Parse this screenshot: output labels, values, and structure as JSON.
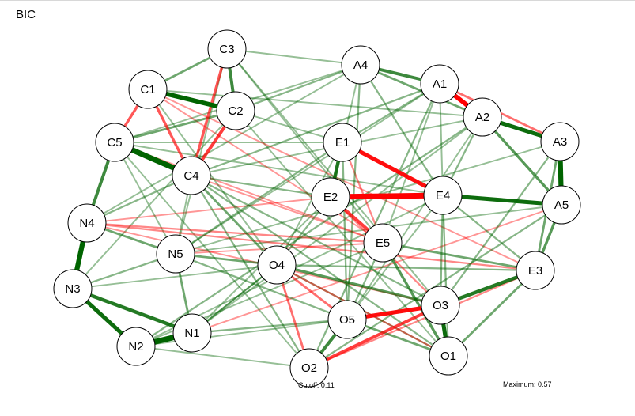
{
  "title": "BIC",
  "cutoff_text": "Cutoff: 0.11",
  "maximum_text": "Maximum: 0.57",
  "colors": {
    "positive": "#006400",
    "negative": "#ff0000",
    "node_fill": "#ffffff",
    "node_stroke": "#000000"
  },
  "nodes": [
    "C3",
    "A4",
    "A1",
    "C1",
    "C2",
    "A2",
    "C5",
    "E1",
    "A3",
    "C4",
    "E2",
    "E4",
    "A5",
    "N4",
    "N5",
    "E5",
    "O4",
    "E3",
    "N3",
    "O3",
    "O5",
    "N1",
    "N2",
    "O1",
    "O2"
  ],
  "edges": [
    {
      "from": "C1",
      "to": "C2",
      "w": 0.45
    },
    {
      "from": "C5",
      "to": "C4",
      "w": 0.55
    },
    {
      "from": "C1",
      "to": "C5",
      "w": -0.25
    },
    {
      "from": "C1",
      "to": "C4",
      "w": -0.25
    },
    {
      "from": "C3",
      "to": "C1",
      "w": 0.2
    },
    {
      "from": "C3",
      "to": "C2",
      "w": 0.3
    },
    {
      "from": "C3",
      "to": "C4",
      "w": -0.25
    },
    {
      "from": "C2",
      "to": "C4",
      "w": -0.3
    },
    {
      "from": "C2",
      "to": "C5",
      "w": 0.2
    },
    {
      "from": "C3",
      "to": "A4",
      "w": 0.12
    },
    {
      "from": "C2",
      "to": "A4",
      "w": 0.15
    },
    {
      "from": "A4",
      "to": "A1",
      "w": 0.3
    },
    {
      "from": "A4",
      "to": "A2",
      "w": 0.2
    },
    {
      "from": "A4",
      "to": "E4",
      "w": 0.15
    },
    {
      "from": "A4",
      "to": "E2",
      "w": 0.12
    },
    {
      "from": "A1",
      "to": "A2",
      "w": -0.45
    },
    {
      "from": "A1",
      "to": "A3",
      "w": -0.2
    },
    {
      "from": "A2",
      "to": "A3",
      "w": 0.4
    },
    {
      "from": "A2",
      "to": "A5",
      "w": 0.25
    },
    {
      "from": "A3",
      "to": "A5",
      "w": 0.5
    },
    {
      "from": "A5",
      "to": "E3",
      "w": 0.25
    },
    {
      "from": "A3",
      "to": "E3",
      "w": 0.2
    },
    {
      "from": "A2",
      "to": "E4",
      "w": 0.15
    },
    {
      "from": "A1",
      "to": "E4",
      "w": 0.12
    },
    {
      "from": "A1",
      "to": "E5",
      "w": 0.12
    },
    {
      "from": "A2",
      "to": "O5",
      "w": 0.12
    },
    {
      "from": "A3",
      "to": "O3",
      "w": 0.15
    },
    {
      "from": "E1",
      "to": "E2",
      "w": 0.35
    },
    {
      "from": "E1",
      "to": "E4",
      "w": -0.4
    },
    {
      "from": "E1",
      "to": "E5",
      "w": -0.15
    },
    {
      "from": "E2",
      "to": "E4",
      "w": -0.57
    },
    {
      "from": "E2",
      "to": "E5",
      "w": -0.3
    },
    {
      "from": "E4",
      "to": "A5",
      "w": 0.4
    },
    {
      "from": "E4",
      "to": "E3",
      "w": 0.15
    },
    {
      "from": "E2",
      "to": "O4",
      "w": 0.15
    },
    {
      "from": "E2",
      "to": "N4",
      "w": -0.12
    },
    {
      "from": "E2",
      "to": "C4",
      "w": 0.15
    },
    {
      "from": "E5",
      "to": "E3",
      "w": 0.2
    },
    {
      "from": "E5",
      "to": "O5",
      "w": 0.15
    },
    {
      "from": "E5",
      "to": "O1",
      "w": 0.25
    },
    {
      "from": "E5",
      "to": "C4",
      "w": -0.12
    },
    {
      "from": "E3",
      "to": "O3",
      "w": 0.35
    },
    {
      "from": "E3",
      "to": "O1",
      "w": 0.2
    },
    {
      "from": "E3",
      "to": "N4",
      "w": -0.15
    },
    {
      "from": "E3",
      "to": "O4",
      "w": 0.15
    },
    {
      "from": "C5",
      "to": "N4",
      "w": 0.3
    },
    {
      "from": "C4",
      "to": "N4",
      "w": 0.15
    },
    {
      "from": "C4",
      "to": "N5",
      "w": 0.12
    },
    {
      "from": "C4",
      "to": "O4",
      "w": 0.2
    },
    {
      "from": "C5",
      "to": "N5",
      "w": 0.12
    },
    {
      "from": "N4",
      "to": "N3",
      "w": 0.5
    },
    {
      "from": "N4",
      "to": "N5",
      "w": 0.2
    },
    {
      "from": "N4",
      "to": "E5",
      "w": -0.15
    },
    {
      "from": "N3",
      "to": "N1",
      "w": 0.35
    },
    {
      "from": "N3",
      "to": "N2",
      "w": 0.4
    },
    {
      "from": "N3",
      "to": "N5",
      "w": 0.15
    },
    {
      "from": "N2",
      "to": "N1",
      "w": 0.57
    },
    {
      "from": "N5",
      "to": "N1",
      "w": 0.2
    },
    {
      "from": "N5",
      "to": "O4",
      "w": 0.2
    },
    {
      "from": "N5",
      "to": "O5",
      "w": 0.15
    },
    {
      "from": "N5",
      "to": "E5",
      "w": -0.12
    },
    {
      "from": "N1",
      "to": "O5",
      "w": 0.15
    },
    {
      "from": "N1",
      "to": "O4",
      "w": 0.12
    },
    {
      "from": "N2",
      "to": "O2",
      "w": 0.12
    },
    {
      "from": "N2",
      "to": "O5",
      "w": 0.12
    },
    {
      "from": "O4",
      "to": "O3",
      "w": 0.25
    },
    {
      "from": "O4",
      "to": "O1",
      "w": 0.15
    },
    {
      "from": "O4",
      "to": "O5",
      "w": -0.2
    },
    {
      "from": "O4",
      "to": "O2",
      "w": -0.2
    },
    {
      "from": "O4",
      "to": "N1",
      "w": 0.15
    },
    {
      "from": "O5",
      "to": "O3",
      "w": -0.4
    },
    {
      "from": "O5",
      "to": "O2",
      "w": 0.3
    },
    {
      "from": "O5",
      "to": "O1",
      "w": 0.2
    },
    {
      "from": "O2",
      "to": "O3",
      "w": -0.3
    },
    {
      "from": "O2",
      "to": "E3",
      "w": -0.15
    },
    {
      "from": "O2",
      "to": "C4",
      "w": 0.15
    },
    {
      "from": "O3",
      "to": "O1",
      "w": 0.4
    },
    {
      "from": "O3",
      "to": "E4",
      "w": 0.15
    },
    {
      "from": "O3",
      "to": "C4",
      "w": 0.15
    },
    {
      "from": "O1",
      "to": "C4",
      "w": 0.15
    },
    {
      "from": "O1",
      "to": "O4",
      "w": -0.15
    },
    {
      "from": "O1",
      "to": "E4",
      "w": 0.15
    },
    {
      "from": "E1",
      "to": "N5",
      "w": 0.15
    },
    {
      "from": "E1",
      "to": "C5",
      "w": 0.12
    },
    {
      "from": "E1",
      "to": "A1",
      "w": 0.15
    },
    {
      "from": "E1",
      "to": "O5",
      "w": 0.15
    },
    {
      "from": "A4",
      "to": "C5",
      "w": 0.12
    },
    {
      "from": "A4",
      "to": "O5",
      "w": 0.15
    },
    {
      "from": "A4",
      "to": "N4",
      "w": 0.12
    },
    {
      "from": "A1",
      "to": "O2",
      "w": 0.15
    },
    {
      "from": "A2",
      "to": "N2",
      "w": 0.15
    },
    {
      "from": "A2",
      "to": "N1",
      "w": 0.12
    },
    {
      "from": "A5",
      "to": "O2",
      "w": 0.15
    },
    {
      "from": "A5",
      "to": "N1",
      "w": -0.12
    },
    {
      "from": "A5",
      "to": "N5",
      "w": 0.12
    },
    {
      "from": "C1",
      "to": "A2",
      "w": 0.12
    },
    {
      "from": "C1",
      "to": "O4",
      "w": 0.12
    },
    {
      "from": "C3",
      "to": "E5",
      "w": 0.12
    },
    {
      "from": "C3",
      "to": "N5",
      "w": 0.12
    },
    {
      "from": "C2",
      "to": "E1",
      "w": 0.12
    },
    {
      "from": "C2",
      "to": "O1",
      "w": 0.12
    },
    {
      "from": "C2",
      "to": "N3",
      "w": 0.12
    },
    {
      "from": "C1",
      "to": "E3",
      "w": -0.12
    },
    {
      "from": "C5",
      "to": "E4",
      "w": 0.12
    },
    {
      "from": "C4",
      "to": "A1",
      "w": 0.15
    },
    {
      "from": "C4",
      "to": "A2",
      "w": 0.12
    },
    {
      "from": "E2",
      "to": "N1",
      "w": 0.12
    },
    {
      "from": "E2",
      "to": "O3",
      "w": -0.15
    },
    {
      "from": "E4",
      "to": "N2",
      "w": 0.12
    },
    {
      "from": "E4",
      "to": "O5",
      "w": 0.12
    },
    {
      "from": "E5",
      "to": "N2",
      "w": 0.12
    },
    {
      "from": "O4",
      "to": "E1",
      "w": 0.12
    },
    {
      "from": "N4",
      "to": "O3",
      "w": -0.12
    },
    {
      "from": "N5",
      "to": "A3",
      "w": 0.12
    },
    {
      "from": "N3",
      "to": "O4",
      "w": 0.12
    },
    {
      "from": "A1",
      "to": "N5",
      "w": 0.12
    },
    {
      "from": "C3",
      "to": "O3",
      "w": 0.12
    },
    {
      "from": "C1",
      "to": "E5",
      "w": -0.12
    },
    {
      "from": "C5",
      "to": "O2",
      "w": 0.12
    },
    {
      "from": "C5",
      "to": "E5",
      "w": -0.12
    }
  ]
}
